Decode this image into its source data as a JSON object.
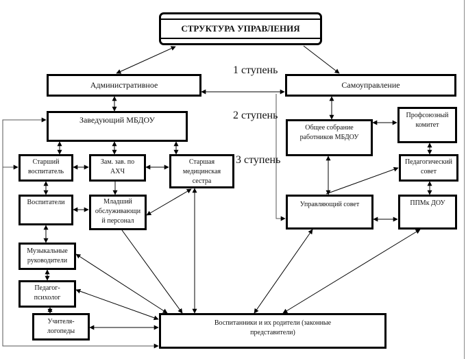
{
  "diagram": {
    "title": "СТРУКТУРА УПРАВЛЕНИЯ",
    "stages": [
      {
        "id": "stage-1",
        "label": "1 ступень"
      },
      {
        "id": "stage-2",
        "label": "2 ступень"
      },
      {
        "id": "stage-3",
        "label": "3 ступень"
      }
    ],
    "nodes": {
      "administrative": {
        "lines": [
          "Административное"
        ]
      },
      "self_government": {
        "lines": [
          "Самоуправление"
        ]
      },
      "head": {
        "lines": [
          "Заведующий МБДОУ"
        ]
      },
      "senior_educator": {
        "lines": [
          "Старший",
          "воспитатель"
        ]
      },
      "deputy_ahch": {
        "lines": [
          "Зам. зав. по",
          "АХЧ"
        ]
      },
      "senior_nurse": {
        "lines": [
          "Старшая",
          "медицинская",
          "сестра"
        ]
      },
      "educators": {
        "lines": [
          "Воспитатели"
        ]
      },
      "junior_staff": {
        "lines": [
          "Младший",
          "обслуживающи",
          "й персонал"
        ]
      },
      "music_directors": {
        "lines": [
          "Музыкальные",
          "руководители"
        ]
      },
      "psychologist": {
        "lines": [
          "Педагог-",
          "психолог"
        ]
      },
      "speech_therapists": {
        "lines": [
          "Учителя-",
          "логопеды"
        ]
      },
      "pupils_parents": {
        "lines": [
          "Воспитанники и их родители (законные",
          "представители)"
        ]
      },
      "general_meeting": {
        "lines": [
          "Общее собрание",
          "работников МБДОУ"
        ]
      },
      "trade_union": {
        "lines": [
          "Профсоюзный",
          "комитет"
        ]
      },
      "pedagogical_council": {
        "lines": [
          "Педагогический",
          "совет"
        ]
      },
      "governing_council": {
        "lines": [
          "Управляющий совет"
        ]
      },
      "ppmk": {
        "lines": [
          "ППМк ДОУ"
        ]
      }
    },
    "edges": [
      {
        "from": "title",
        "to": "administrative",
        "arrows": "both"
      },
      {
        "from": "title",
        "to": "self_government",
        "arrows": "end"
      },
      {
        "from": "self_government",
        "to": "administrative",
        "arrows": "both"
      },
      {
        "from": "administrative",
        "to": "head",
        "arrows": "both"
      },
      {
        "from": "head",
        "to": "senior_educator",
        "arrows": "both"
      },
      {
        "from": "head",
        "to": "deputy_ahch",
        "arrows": "both"
      },
      {
        "from": "head",
        "to": "senior_nurse",
        "arrows": "both"
      },
      {
        "from": "senior_educator",
        "to": "deputy_ahch",
        "arrows": "both"
      },
      {
        "from": "deputy_ahch",
        "to": "senior_nurse",
        "arrows": "both"
      },
      {
        "from": "senior_educator",
        "to": "educators",
        "arrows": "both"
      },
      {
        "from": "deputy_ahch",
        "to": "junior_staff",
        "arrows": "end"
      },
      {
        "from": "educators",
        "to": "junior_staff",
        "arrows": "both"
      },
      {
        "from": "junior_staff",
        "to": "senior_nurse",
        "arrows": "both"
      },
      {
        "from": "educators",
        "to": "music_directors",
        "arrows": "both"
      },
      {
        "from": "music_directors",
        "to": "psychologist",
        "arrows": "both"
      },
      {
        "from": "psychologist",
        "to": "speech_therapists",
        "arrows": "both"
      },
      {
        "from": "music_directors",
        "to": "pupils_parents",
        "arrows": "both"
      },
      {
        "from": "psychologist",
        "to": "pupils_parents",
        "arrows": "both"
      },
      {
        "from": "speech_therapists",
        "to": "pupils_parents",
        "arrows": "both"
      },
      {
        "from": "junior_staff",
        "to": "pupils_parents",
        "arrows": "end"
      },
      {
        "from": "senior_nurse",
        "to": "pupils_parents",
        "arrows": "both"
      },
      {
        "from": "self_government",
        "to": "general_meeting",
        "arrows": "both"
      },
      {
        "from": "general_meeting",
        "to": "trade_union",
        "arrows": "both"
      },
      {
        "from": "trade_union",
        "to": "pedagogical_council",
        "arrows": "both"
      },
      {
        "from": "general_meeting",
        "to": "governing_council",
        "arrows": "both"
      },
      {
        "from": "governing_council",
        "to": "pedagogical_council",
        "arrows": "end"
      },
      {
        "from": "pedagogical_council",
        "to": "ppmk",
        "arrows": "both"
      },
      {
        "from": "governing_council",
        "to": "ppmk",
        "arrows": "both"
      },
      {
        "from": "governing_council",
        "to": "pupils_parents",
        "arrows": "both"
      },
      {
        "from": "ppmk",
        "to": "pupils_parents",
        "arrows": "both"
      },
      {
        "from": "administrative",
        "to": "governing_council",
        "arrows": "end"
      },
      {
        "from": "left_bus",
        "to": "head",
        "arrows": "end"
      },
      {
        "from": "left_bus",
        "to": "senior_educator",
        "arrows": "end"
      },
      {
        "from": "left_bus",
        "to": "pupils_parents",
        "arrows": "end"
      }
    ]
  }
}
